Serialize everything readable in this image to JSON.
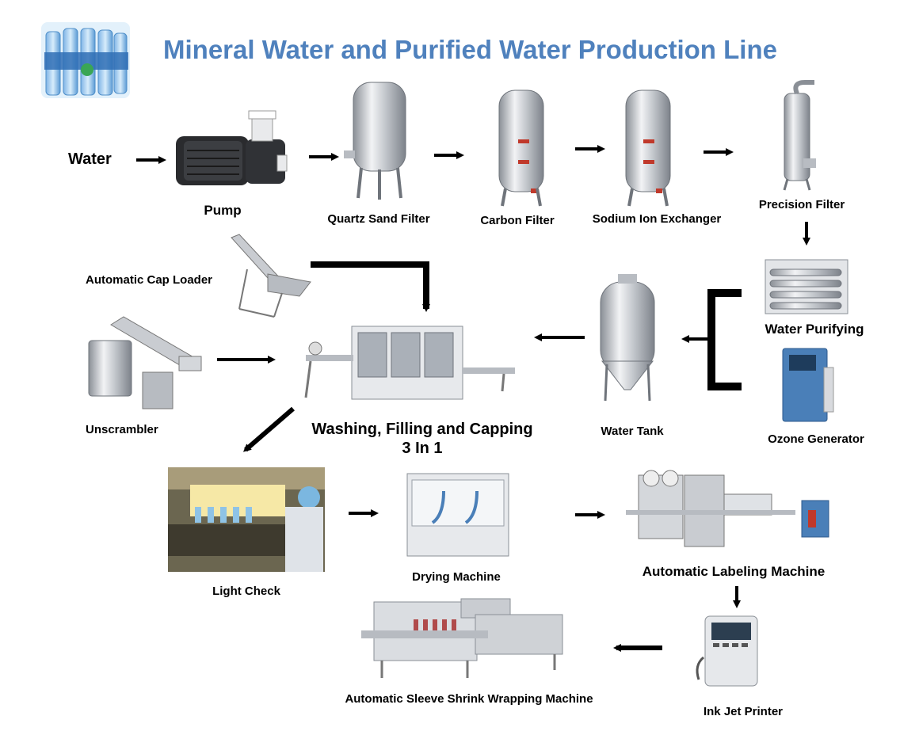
{
  "title": "Mineral Water and Purified Water Production Line",
  "labels": {
    "water": "Water",
    "pump": "Pump",
    "quartz": "Quartz Sand Filter",
    "carbon": "Carbon Filter",
    "sodium": "Sodium Ion Exchanger",
    "precision": "Precision Filter",
    "cap_loader": "Automatic Cap Loader",
    "unscrambler": "Unscrambler",
    "filling_line1": "Washing, Filling and Capping",
    "filling_line2": "3 In 1",
    "water_tank": "Water Tank",
    "purifying": "Water Purifying",
    "ozone": "Ozone Generator",
    "light_check": "Light Check",
    "drying": "Drying Machine",
    "labeling": "Automatic Labeling Machine",
    "ink_jet": "Ink Jet Printer",
    "shrink": "Automatic Sleeve Shrink Wrapping Machine"
  },
  "colors": {
    "title": "#4f81bd",
    "arrow": "#000000",
    "steel": "#c9ccd1"
  },
  "icons": [
    "water-bottle-pack-icon",
    "pump-icon",
    "quartz-sand-filter-icon",
    "carbon-filter-icon",
    "sodium-ion-exchanger-icon",
    "precision-filter-icon",
    "cap-loader-icon",
    "unscrambler-icon",
    "filling-machine-icon",
    "water-tank-icon",
    "water-purifying-icon",
    "ozone-generator-icon",
    "light-check-photo",
    "drying-machine-icon",
    "labeling-machine-icon",
    "ink-jet-printer-icon",
    "shrink-wrapping-machine-icon"
  ]
}
